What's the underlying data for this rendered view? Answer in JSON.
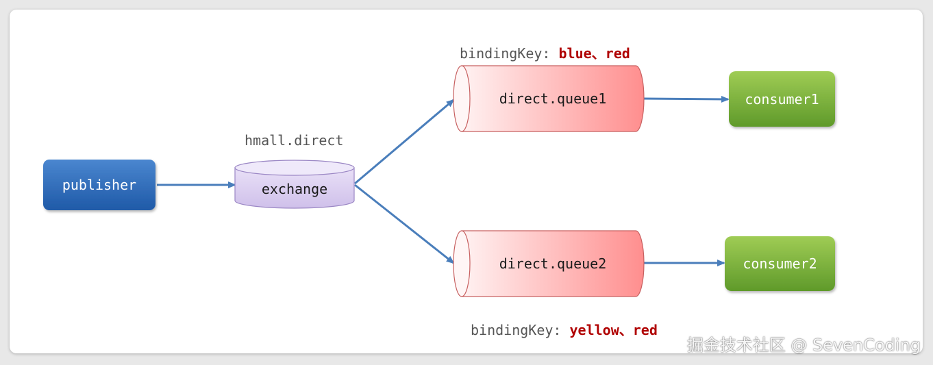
{
  "nodes": {
    "publisher": "publisher",
    "exchange": "exchange",
    "exchange_name": "hmall.direct",
    "queue1": "direct.queue1",
    "queue2": "direct.queue2",
    "consumer1": "consumer1",
    "consumer2": "consumer2"
  },
  "bindings": {
    "prefix": "bindingKey: ",
    "queue1_keys": "blue、red",
    "queue2_keys": "yellow、red"
  },
  "watermark": "掘金技术社区 @ SevenCoding",
  "colors": {
    "publisher": "#2e68b3",
    "exchange": "#dcd0f0",
    "queue": "#ff9d9d",
    "consumer": "#7bb23a",
    "arrow": "#4a7ebb",
    "binding_key": "#b00000"
  }
}
